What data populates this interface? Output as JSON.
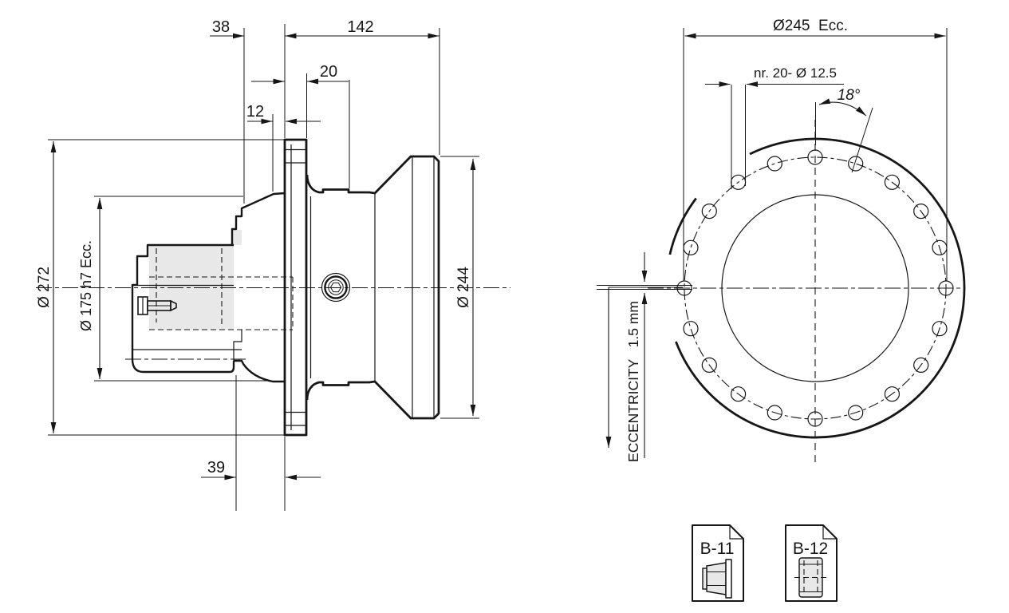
{
  "colors": {
    "line": "#161616",
    "fill_gray": "#e8e8e8",
    "background": "#ffffff"
  },
  "left_view": {
    "dim_38": "38",
    "dim_142": "142",
    "dim_20": "20",
    "dim_12": "12",
    "dim_39": "39",
    "dia_272": "Ø 272",
    "dia_175": "Ø 175 h7 Ecc.",
    "dia_244": "Ø 244"
  },
  "right_view": {
    "dia_245": "Ø245  Ecc.",
    "holes_label": "nr. 20- Ø 12.5",
    "angle_label": "18°",
    "eccentricity_label": "ECCENTRICITY   1.5 mm",
    "hole_count": 20
  },
  "references": [
    {
      "label": "B-11"
    },
    {
      "label": "B-12"
    }
  ]
}
